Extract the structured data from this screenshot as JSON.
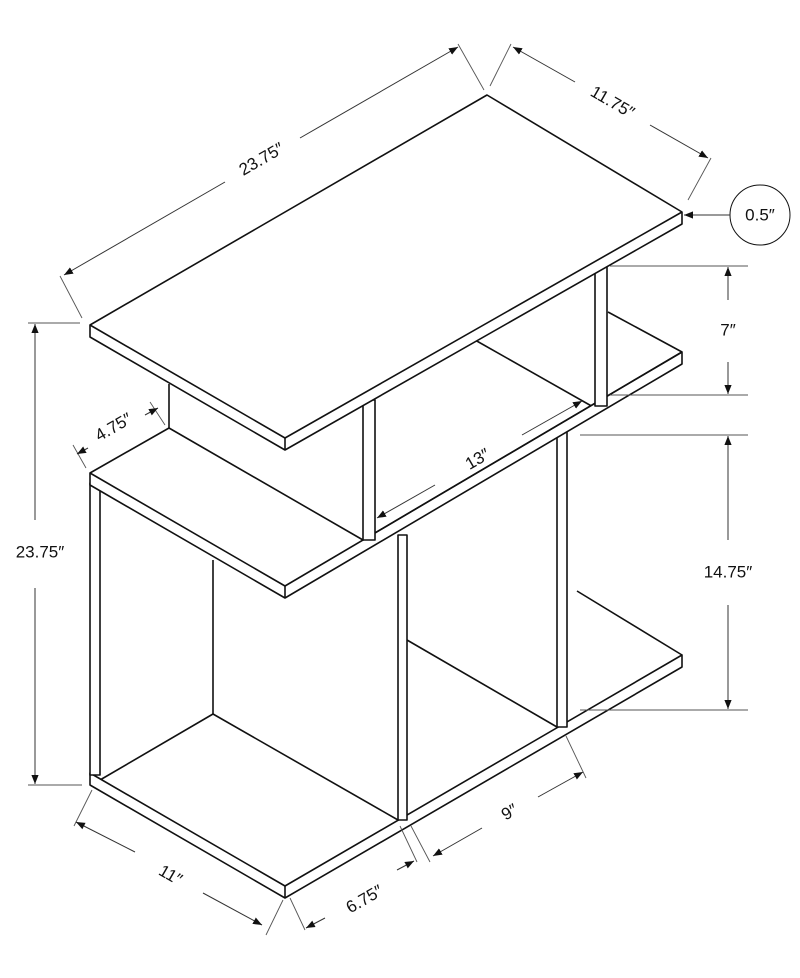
{
  "diagram": {
    "dimensions": {
      "top_length": "23.75″",
      "top_depth": "11.75″",
      "top_thickness": "0.5″",
      "upper_opening_height": "7″",
      "lower_opening_height": "14.75″",
      "total_height": "23.75″",
      "shelf_depth": "4.75″",
      "upper_opening_width": "13″",
      "base_depth": "11″",
      "left_compartment_width": "6.75″",
      "right_compartment_width": "9″"
    },
    "colors": {
      "line": "#111111",
      "background": "#ffffff"
    }
  }
}
